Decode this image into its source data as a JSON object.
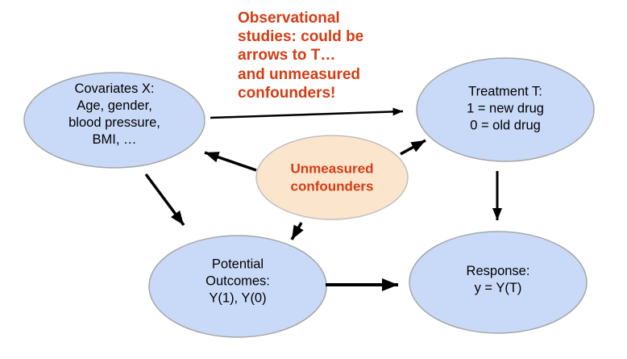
{
  "colors": {
    "background": "#ffffff",
    "blue_fill": "#c9daf8",
    "blue_border": "#a6a6a6",
    "peach_fill": "#fce5cd",
    "peach_border": "#bfbfbf",
    "accent_red": "#d43c12",
    "arrow": "#000000"
  },
  "title": {
    "text": "Observational\nstudies: could be\narrows to T…\nand unmeasured\nconfounders!"
  },
  "nodes": {
    "covariates": {
      "label": "Covariates X:\nAge, gender,\nblood pressure,\nBMI, …"
    },
    "treatment": {
      "label": "Treatment T:\n1 = new drug\n0 = old drug"
    },
    "confounders": {
      "label": "Unmeasured\nconfounders"
    },
    "potential_outcomes": {
      "label": "Potential\nOutcomes:\nY(1), Y(0)"
    },
    "response": {
      "label": "Response:\ny = Y(T)"
    }
  },
  "edges": [
    {
      "from": "covariates",
      "to": "treatment"
    },
    {
      "from": "covariates",
      "to": "potential_outcomes"
    },
    {
      "from": "confounders",
      "to": "covariates"
    },
    {
      "from": "confounders",
      "to": "treatment"
    },
    {
      "from": "confounders",
      "to": "potential_outcomes"
    },
    {
      "from": "treatment",
      "to": "response"
    },
    {
      "from": "potential_outcomes",
      "to": "response"
    }
  ]
}
